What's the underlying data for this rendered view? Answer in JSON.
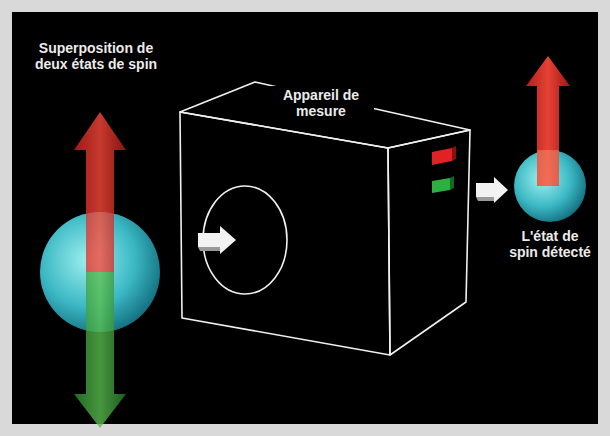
{
  "diagram": {
    "nodes": [
      {
        "text": [
          "Appareil de mesure"
        ]
      }
    ],
    "labels": [
      "Superposition de deux états de spin",
      "L'état de spin détecté"
    ]
  }
}
